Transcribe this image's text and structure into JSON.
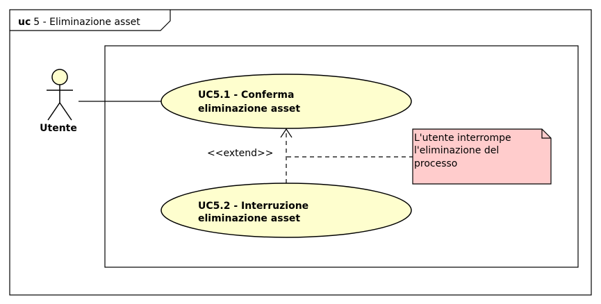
{
  "frame": {
    "keyword": "uc",
    "title": "5 - Eliminazione asset"
  },
  "actor": {
    "name": "Utente"
  },
  "use_cases": [
    {
      "line1": "UC5.1 - Conferma",
      "line2": "eliminazione asset"
    },
    {
      "line1": "UC5.2 - Interruzione",
      "line2": "eliminazione asset"
    }
  ],
  "relationship": {
    "stereotype": "<<extend>>"
  },
  "note": {
    "lines": [
      "L'utente interrompe",
      "l'eliminazione del",
      "processo"
    ]
  },
  "colors": {
    "use_case_fill": "#FEFECE",
    "actor_fill": "#FEFECE",
    "note_fill": "#FFCCCC",
    "stroke": "#000000"
  }
}
